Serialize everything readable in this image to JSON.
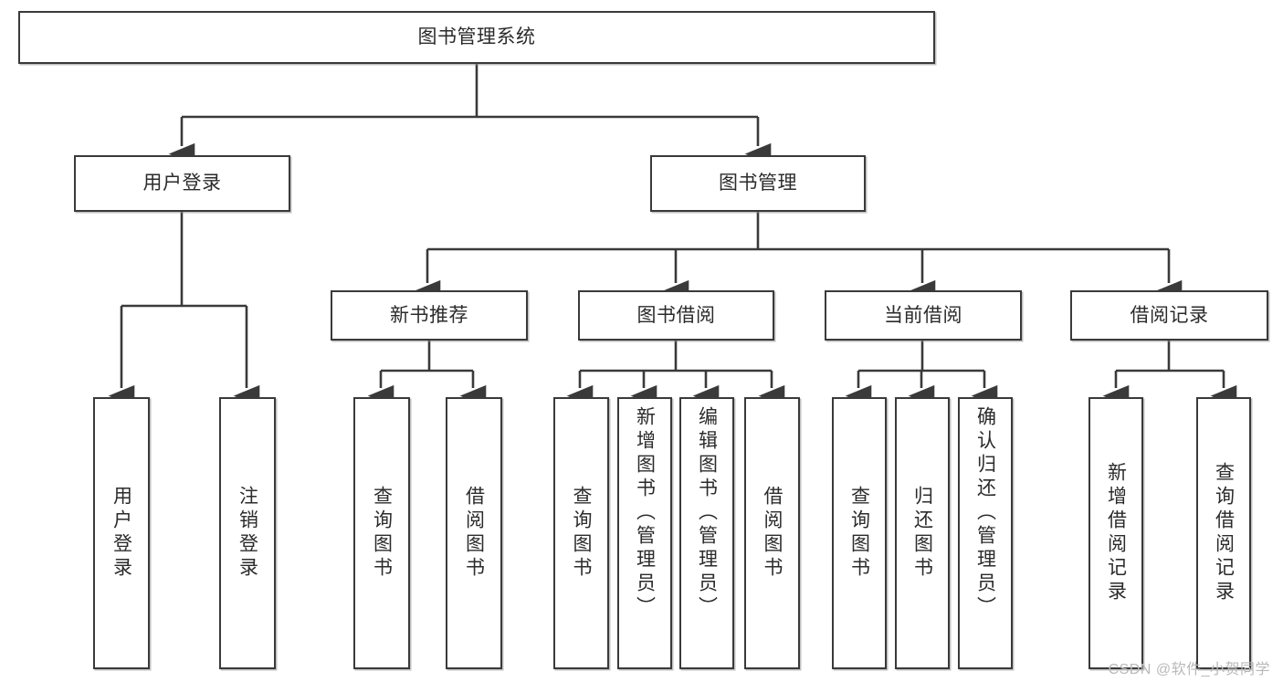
{
  "diagram": {
    "type": "tree-hierarchy-chart",
    "title": "图书管理系统",
    "watermark": "CSDN @软件_小贺同学",
    "colors": {
      "box_border": "#3a3a3a",
      "box_fill": "#ffffff",
      "connector": "#3a3a3a",
      "text": "#2b2b2b",
      "watermark": "#b9b9b9",
      "background": "#ffffff"
    },
    "root": {
      "label": "图书管理系统"
    },
    "level2": [
      {
        "label": "用户登录"
      },
      {
        "label": "图书管理"
      }
    ],
    "level3": [
      {
        "label": "新书推荐"
      },
      {
        "label": "图书借阅"
      },
      {
        "label": "当前借阅"
      },
      {
        "label": "借阅记录"
      }
    ],
    "leaves": {
      "user_login": [
        {
          "label": "用户登录"
        },
        {
          "label": "注销登录"
        }
      ],
      "new_book_recommend": [
        {
          "label": "查询图书"
        },
        {
          "label": "借阅图书"
        }
      ],
      "book_borrow": [
        {
          "label": "查询图书"
        },
        {
          "label": "新增图书（管理员）"
        },
        {
          "label": "编辑图书（管理员）"
        },
        {
          "label": "借阅图书"
        }
      ],
      "current_borrow": [
        {
          "label": "查询图书"
        },
        {
          "label": "归还图书"
        },
        {
          "label": "确认归还（管理员）"
        }
      ],
      "borrow_record": [
        {
          "label": "新增借阅记录"
        },
        {
          "label": "查询借阅记录"
        }
      ]
    }
  }
}
